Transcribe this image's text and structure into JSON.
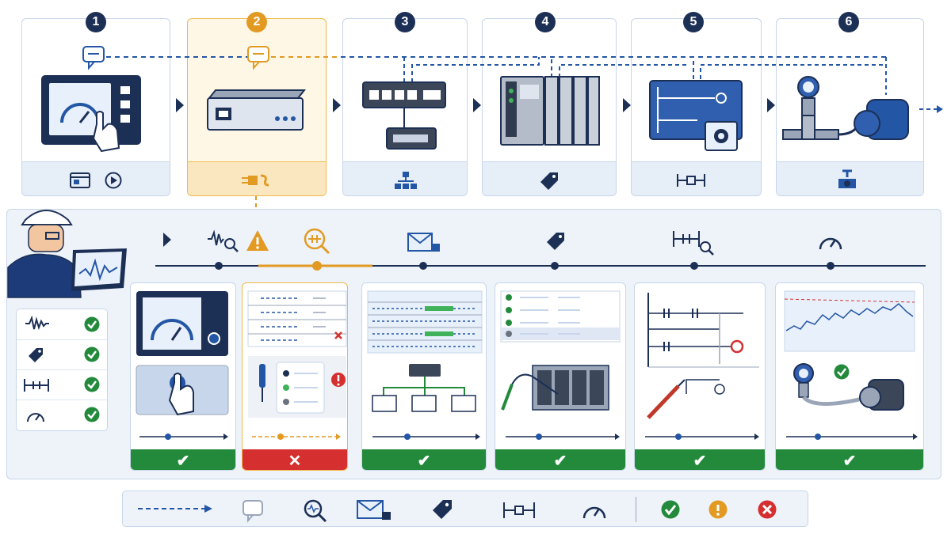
{
  "steps": [
    {
      "number": "1",
      "device": "hmi-touch-panel",
      "footer_icons": [
        "window-icon",
        "play-icon"
      ]
    },
    {
      "number": "2",
      "device": "gateway-router",
      "footer_icons": [
        "plug-adapter-icon"
      ],
      "highlighted": true
    },
    {
      "number": "3",
      "device": "network-switch",
      "footer_icons": [
        "network-tree-icon"
      ]
    },
    {
      "number": "4",
      "device": "plc-rack",
      "footer_icons": [
        "tag-icon"
      ]
    },
    {
      "number": "5",
      "device": "ladder-logic-screen",
      "footer_icons": [
        "ladder-contact-icon"
      ]
    },
    {
      "number": "6",
      "device": "transmitter-pump",
      "footer_icons": [
        "valve-icon"
      ]
    }
  ],
  "timeline_icons": [
    "play-icon",
    "waveform-search-icon",
    "warning-icon",
    "search-contact-icon",
    "mail-icon",
    "tag-icon",
    "ladder-search-icon",
    "gauge-icon"
  ],
  "checklist": [
    {
      "icon": "waveform-icon",
      "status": "ok"
    },
    {
      "icon": "tag-icon",
      "status": "ok"
    },
    {
      "icon": "ladder-contact-icon",
      "status": "ok"
    },
    {
      "icon": "gauge-icon",
      "status": "ok"
    }
  ],
  "test_panels": [
    {
      "status": "pass",
      "mark": "✔"
    },
    {
      "status": "fail",
      "mark": "✕"
    },
    {
      "status": "pass",
      "mark": "✔"
    },
    {
      "status": "pass",
      "mark": "✔"
    },
    {
      "status": "pass",
      "mark": "✔"
    },
    {
      "status": "pass",
      "mark": "✔"
    }
  ],
  "legend": [
    "dashed-arrow-icon",
    "chat-bubble-icon",
    "search-icon",
    "mail-icon",
    "tag-icon",
    "ladder-contact-icon",
    "gauge-icon",
    "check-icon",
    "warning-icon",
    "error-icon"
  ],
  "colors": {
    "navy": "#1c2f55",
    "blue": "#2456a6",
    "orange": "#e39a23",
    "green": "#238a3c",
    "red": "#d52f2f",
    "panel": "#eef3fa"
  }
}
